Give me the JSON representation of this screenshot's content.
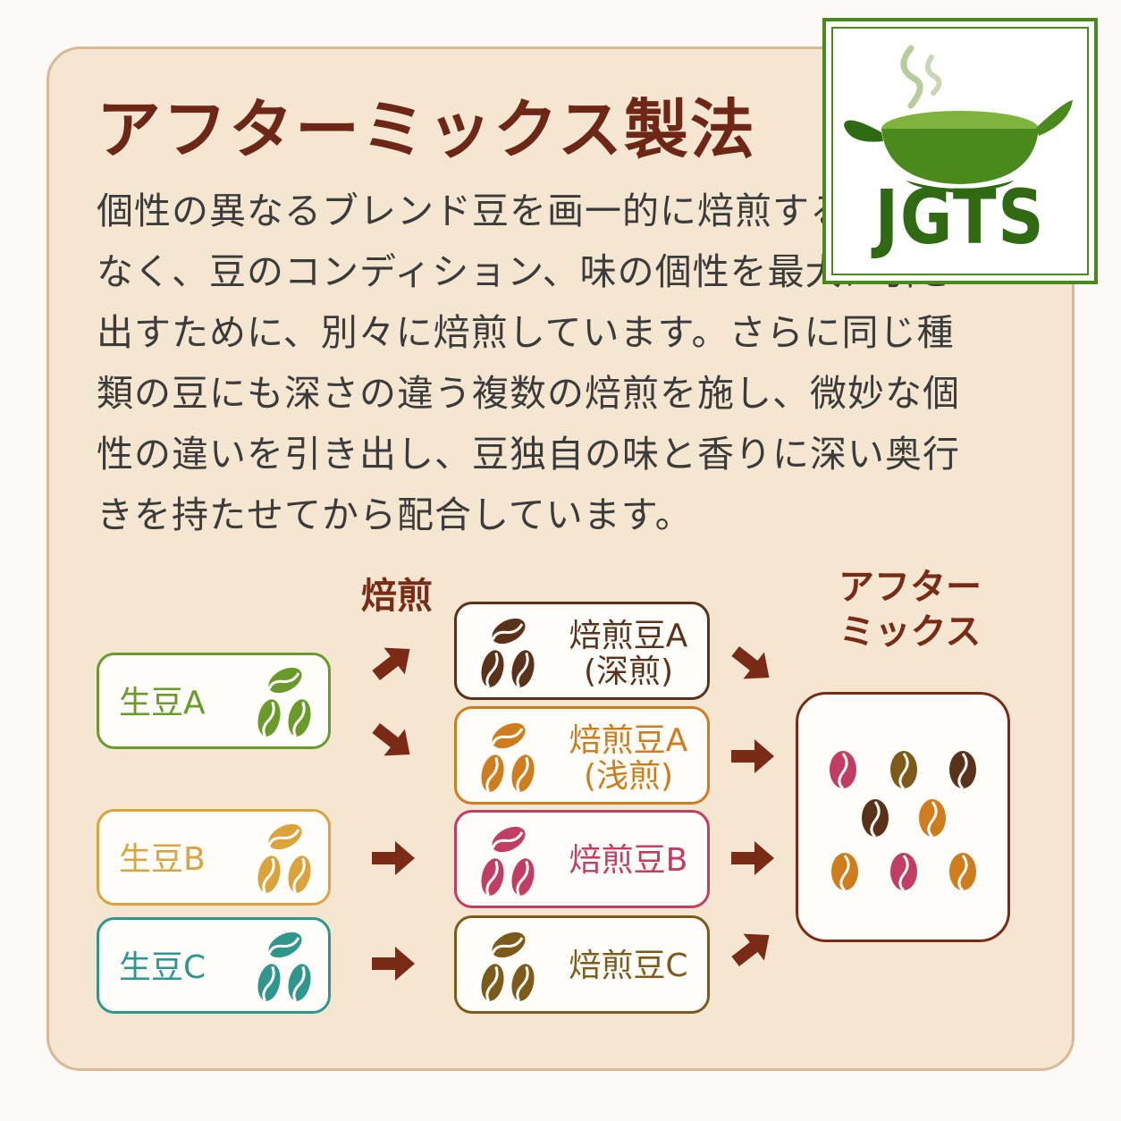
{
  "title": "アフターミックス製法",
  "body_lines": [
    "個性の異なるブレンド豆を画一的に焙煎するので",
    "なく、豆のコンディション、味の個性を最大に引き",
    "出すために、別々に焙煎しています。さらに同じ種",
    "類の豆にも深さの違う複数の焙煎を施し、微妙な個",
    "性の違いを引き出し、豆独自の味と香りに深い奥行",
    "きを持たせてから配合しています。"
  ],
  "diagram": {
    "roast_heading": "焙煎",
    "aftermix_heading_line1": "アフター",
    "aftermix_heading_line2": "ミックス",
    "green_beans": [
      {
        "label": "生豆A",
        "color": "#6a9a2a"
      },
      {
        "label": "生豆B",
        "color": "#dba33c"
      },
      {
        "label": "生豆C",
        "color": "#2f968e"
      }
    ],
    "roasted_beans": [
      {
        "line1": "焙煎豆A",
        "line2": "(深煎)",
        "color": "#5a321a"
      },
      {
        "line1": "焙煎豆A",
        "line2": "(浅煎)",
        "color": "#cf7c1c"
      },
      {
        "line1": "焙煎豆B",
        "line2": "",
        "color": "#c13d62"
      },
      {
        "line1": "焙煎豆C",
        "line2": "",
        "color": "#7d5a1a"
      }
    ],
    "arrow_color": "#7a2b16"
  },
  "logo": {
    "text": "JGTS",
    "green": "#4a8a1c",
    "dark_green": "#2f6a12"
  }
}
